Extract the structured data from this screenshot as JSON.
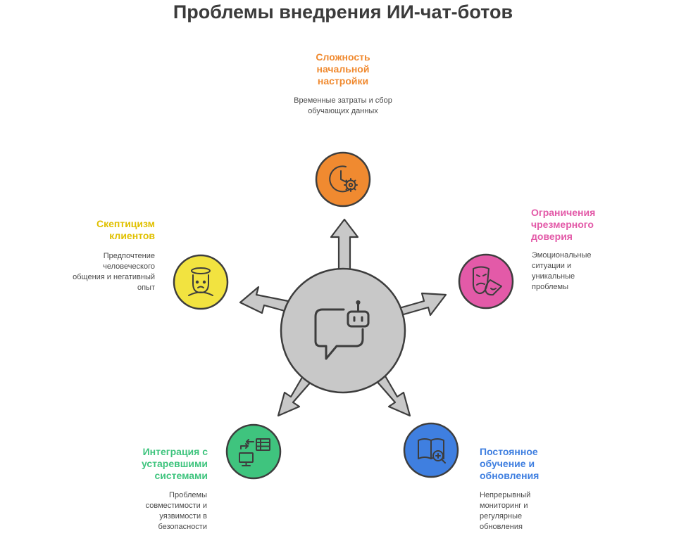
{
  "title": "Проблемы внедрения ИИ-чат-ботов",
  "center": {
    "icon": "chatbot-icon"
  },
  "colors": {
    "center_fill": "#c8c8c8",
    "stroke": "#3d3d3d",
    "setup": "#f08a30",
    "trust": "#e35aa8",
    "learning": "#3f7fe0",
    "integration": "#3fc47e",
    "skepticism": "#e6c800"
  },
  "nodes": [
    {
      "id": "setup",
      "title": "Сложность начальной настройки",
      "description": "Временные затраты и сбор обучающих данных",
      "icon": "clock-gear-icon"
    },
    {
      "id": "trust",
      "title": "Ограничения чрезмерного доверия",
      "description": "Эмоциональные ситуации и уникальные проблемы",
      "icon": "theater-mask-icon"
    },
    {
      "id": "learning",
      "title": "Постоянное обучение и обновления",
      "description": "Непрерывный мониторинг и регулярные обновления",
      "icon": "book-search-icon"
    },
    {
      "id": "integration",
      "title": "Интеграция с устаревшими системами",
      "description": "Проблемы совместимости и уязвимости в безопасности",
      "icon": "monitor-table-sync-icon"
    },
    {
      "id": "skepticism",
      "title": "Скептицизм клиентов",
      "description": "Предпочтение человеческого общения и негативный опыт",
      "icon": "person-icon"
    }
  ]
}
